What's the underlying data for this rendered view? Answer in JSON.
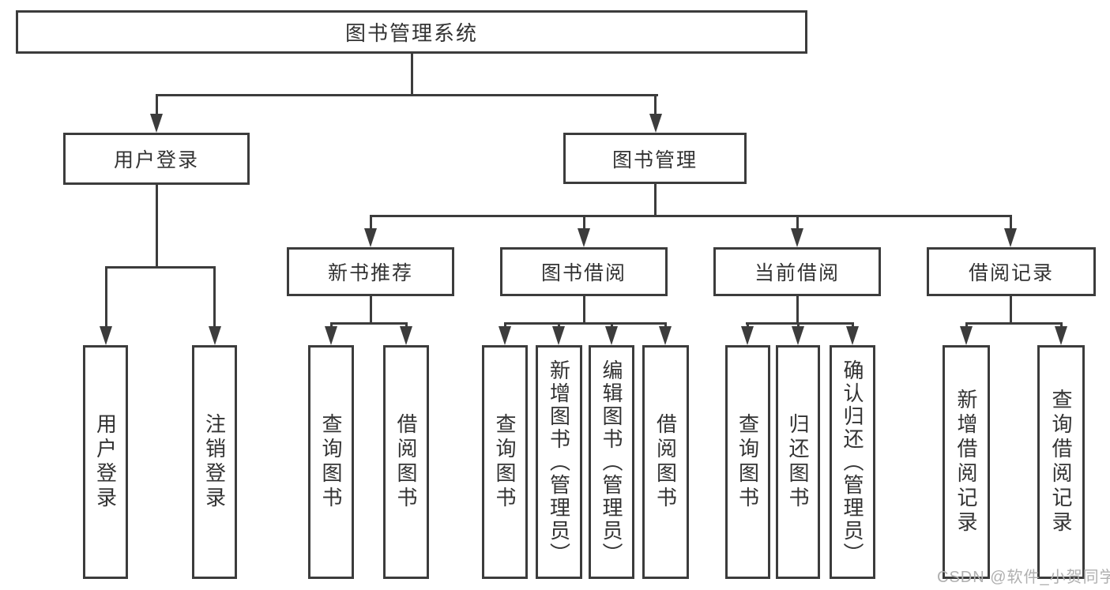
{
  "nodes": {
    "root": {
      "label": "图书管理系统"
    },
    "level2": [
      {
        "label": "用户登录"
      },
      {
        "label": "图书管理"
      }
    ],
    "level3": [
      {
        "label": "新书推荐"
      },
      {
        "label": "图书借阅"
      },
      {
        "label": "当前借阅"
      },
      {
        "label": "借阅记录"
      }
    ],
    "leaves": {
      "user_login": [
        "用户登录",
        "注销登录"
      ],
      "new_books": [
        "查询图书",
        "借阅图书"
      ],
      "book_borrow": [
        "查询图书",
        "新增图书（管理员）",
        "编辑图书（管理员）",
        "借阅图书"
      ],
      "current_borrow": [
        "查询图书",
        "归还图书",
        "确认归还（管理员）"
      ],
      "borrow_records": [
        "新增借阅记录",
        "查询借阅记录"
      ]
    }
  },
  "watermark": "CSDN @软件_小贺同学",
  "colors": {
    "line": "#3c3c3c",
    "text": "#333333",
    "watermark": "#b0b0b0",
    "background": "#ffffff"
  }
}
